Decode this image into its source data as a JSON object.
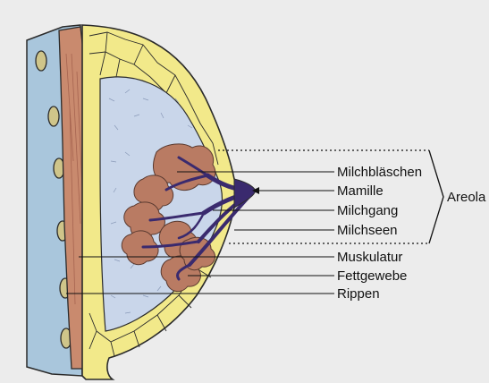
{
  "labels": {
    "milchblaeschen": "Milchbläschen",
    "mamille": "Mamille",
    "milchgang": "Milchgang",
    "milchseen": "Milchseen",
    "muskulatur": "Muskulatur",
    "fettgewebe": "Fettgewebe",
    "rippen": "Rippen",
    "areola": "Areola"
  },
  "colors": {
    "background": "#ececec",
    "chest_wall": "#a9c6dc",
    "rib": "#cfc58a",
    "muscle": "#c98a6e",
    "fat": "#f2e98a",
    "breast_tissue": "#c9d6ea",
    "lobules": "#b97b63",
    "ducts": "#3a2a6e",
    "outline": "#2b2b2b"
  }
}
